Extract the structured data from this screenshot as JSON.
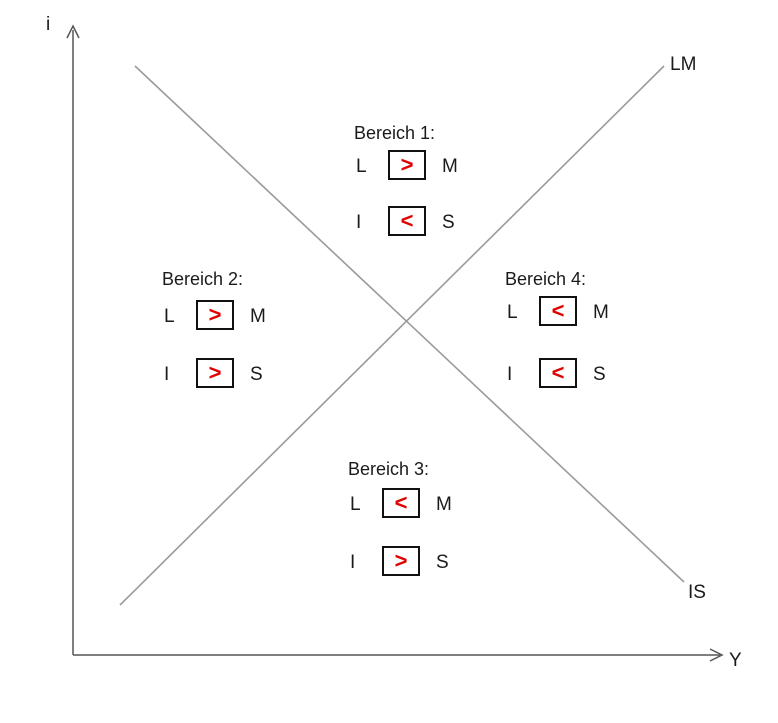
{
  "axes": {
    "y_label": "i",
    "x_label": "Y"
  },
  "curves": {
    "lm_label": "LM",
    "is_label": "IS"
  },
  "regions": [
    {
      "title": "Bereich 1:",
      "row1": {
        "left": "L",
        "sign": ">",
        "right": "M"
      },
      "row2": {
        "left": "I",
        "sign": "<",
        "right": "S"
      }
    },
    {
      "title": "Bereich 2:",
      "row1": {
        "left": "L",
        "sign": ">",
        "right": "M"
      },
      "row2": {
        "left": "I",
        "sign": ">",
        "right": "S"
      }
    },
    {
      "title": "Bereich 3:",
      "row1": {
        "left": "L",
        "sign": "<",
        "right": "M"
      },
      "row2": {
        "left": "I",
        "sign": ">",
        "right": "S"
      }
    },
    {
      "title": "Bereich 4:",
      "row1": {
        "left": "L",
        "sign": "<",
        "right": "M"
      },
      "row2": {
        "left": "I",
        "sign": "<",
        "right": "S"
      }
    }
  ],
  "colors": {
    "axis": "#555555",
    "curve": "#9a9a9a",
    "sign": "#e00000",
    "box_border": "#111111"
  }
}
